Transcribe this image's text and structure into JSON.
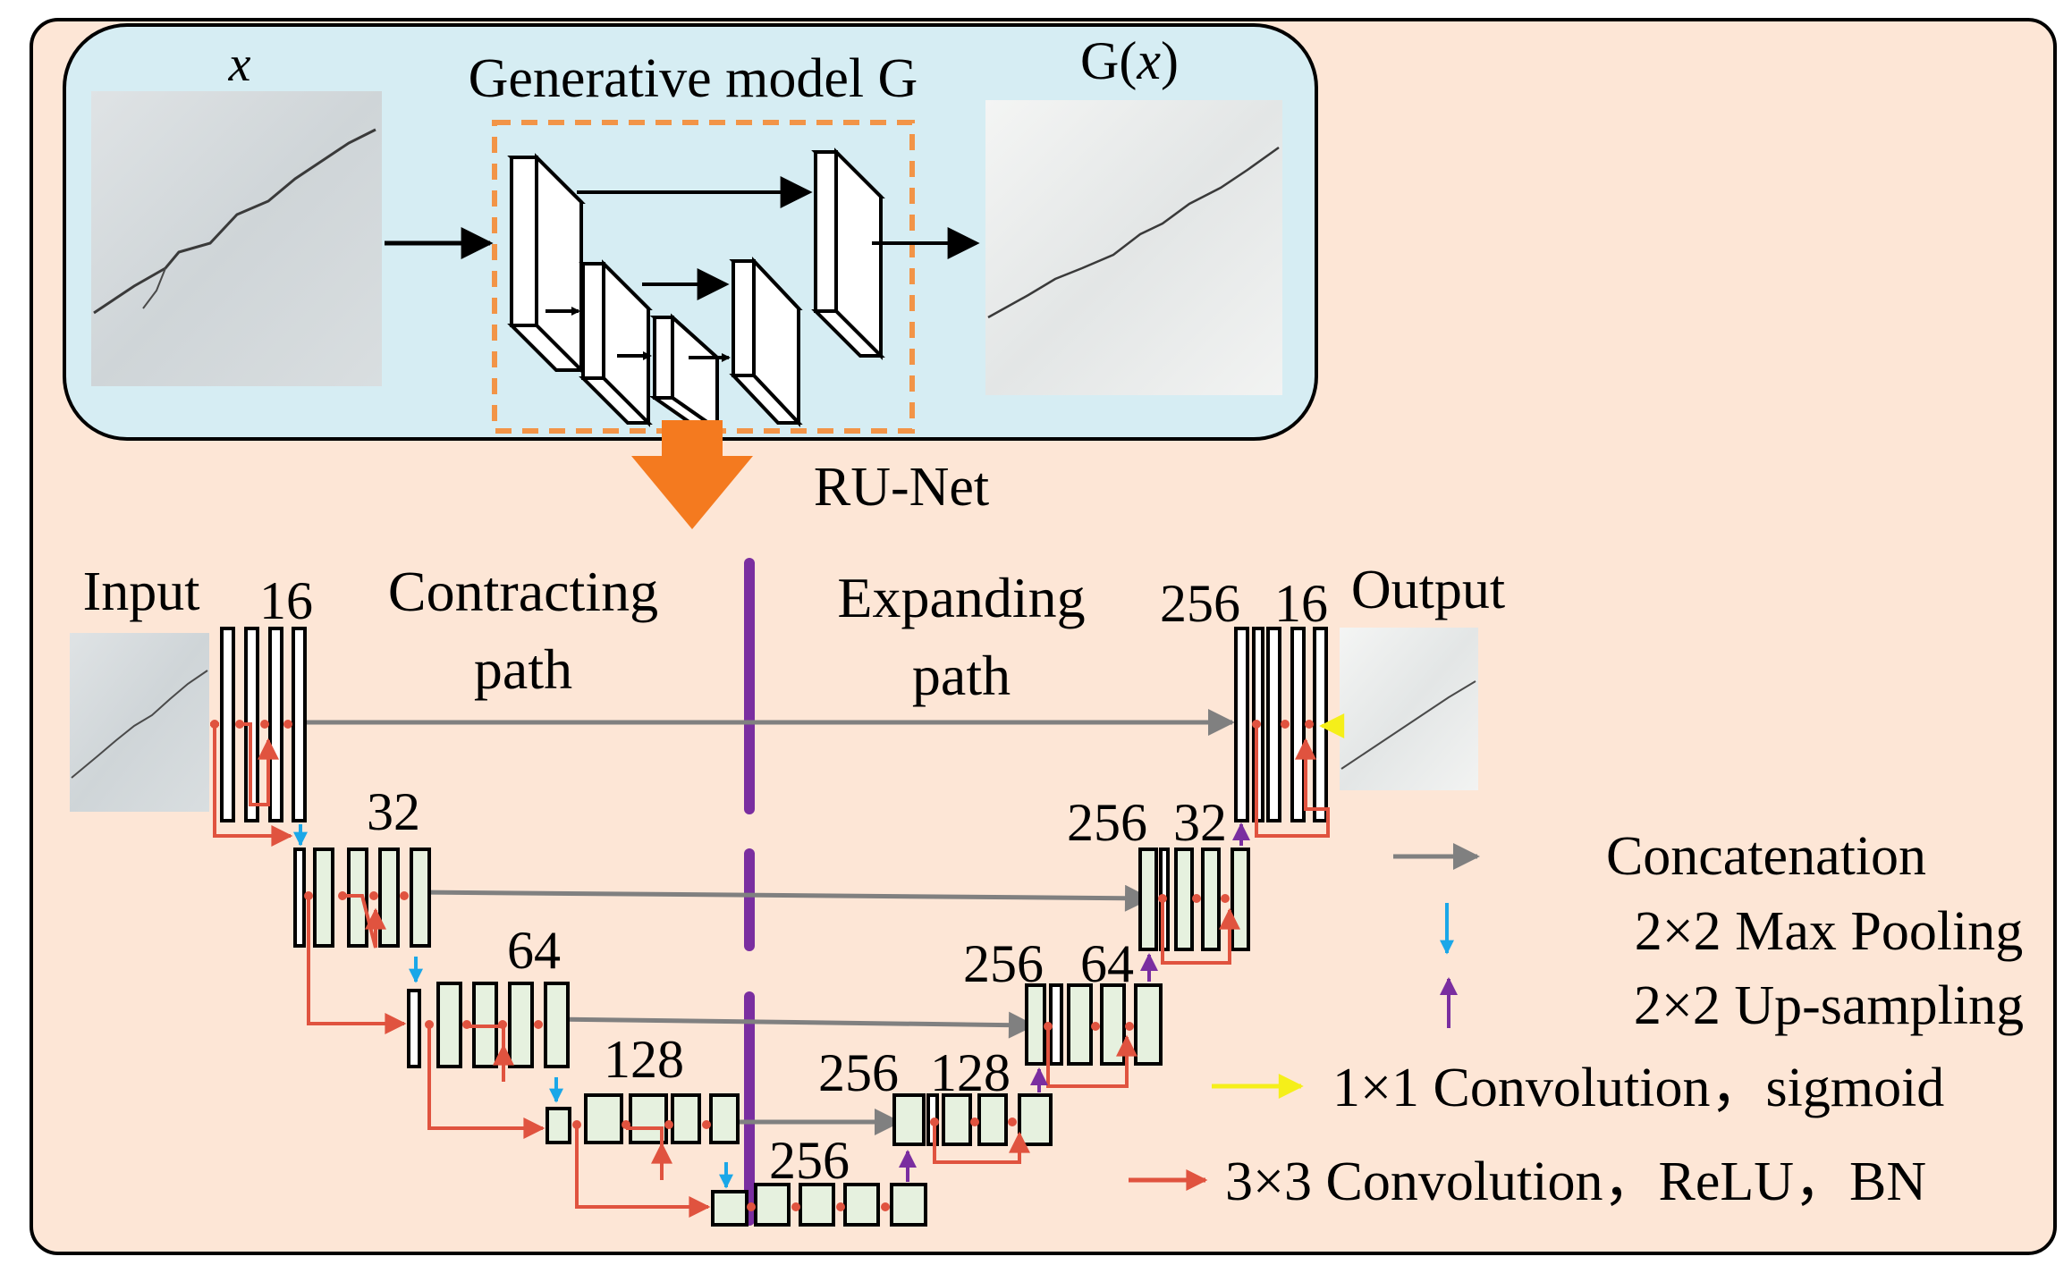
{
  "generator": {
    "input_label": "x",
    "title": "Generative model G",
    "output_label_prefix": "G(",
    "output_label_var": "x",
    "output_label_suffix": ")"
  },
  "runet_label": "RU-Net",
  "unet": {
    "input_label": "Input",
    "output_label": "Output",
    "contracting_label_line1": "Contracting",
    "contracting_label_line2": "path",
    "expanding_label_line1": "Expanding",
    "expanding_label_line2": "path",
    "enc_channels": [
      "16",
      "32",
      "64",
      "128"
    ],
    "bottleneck_channels": "256",
    "dec_left_channels": [
      "256",
      "256",
      "256",
      "256"
    ],
    "dec_right_channels": [
      "16",
      "32",
      "64",
      "128"
    ]
  },
  "legend": {
    "items": [
      {
        "label": "Concatenation",
        "color": "#808080"
      },
      {
        "label": "2×2 Max Pooling",
        "color": "#1aa7e8"
      },
      {
        "label": "2×2 Up-sampling",
        "color": "#7a2ea0"
      },
      {
        "label": "1×1 Convolution，sigmoid",
        "color": "#f5ef1a"
      },
      {
        "label": "3×3 Convolution，ReLU，BN",
        "color": "#e0533f"
      }
    ]
  },
  "colors": {
    "background": "#fde6d6",
    "generator_panel": "#d6edf3",
    "dashed_box": "#f29447",
    "big_arrow": "#f47a1f",
    "block_fill": "#e6f1df",
    "relu_red": "#e0533f",
    "concat_gray": "#808080",
    "pool_blue": "#1aa7e8",
    "up_purple": "#7a2ea0",
    "sigmoid_yellow": "#f5ef1a"
  }
}
